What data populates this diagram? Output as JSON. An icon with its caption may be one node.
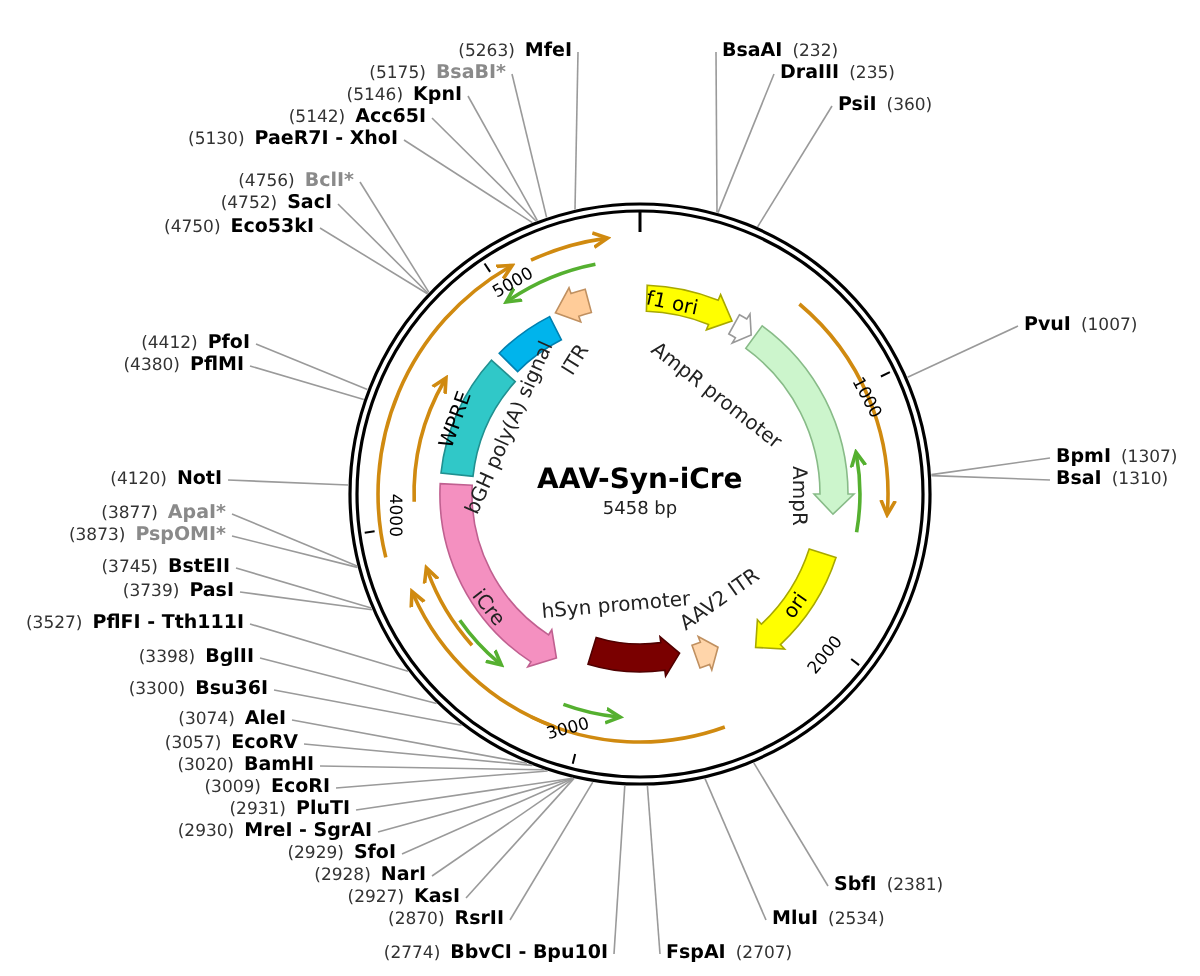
{
  "diagram": {
    "title": "AAV-Syn-iCre",
    "nodes": [
      {
        "text": [
          "BsaAI",
          "(232)"
        ]
      },
      {
        "text": [
          "DraIII",
          "(235)"
        ]
      },
      {
        "text": [
          "PsiI",
          "(360)"
        ]
      },
      {
        "text": [
          "PvuI",
          "(1007)"
        ]
      },
      {
        "text": [
          "BpmI",
          "(1307)"
        ]
      },
      {
        "text": [
          "BsaI",
          "(1310)"
        ]
      },
      {
        "text": [
          "SbfI",
          "(2381)"
        ]
      },
      {
        "text": [
          "MluI",
          "(2534)"
        ]
      },
      {
        "text": [
          "FspAI",
          "(2707)"
        ]
      },
      {
        "text": [
          "(2774)",
          "BbvCI - Bpu10I"
        ]
      },
      {
        "text": [
          "(2870)",
          "RsrII"
        ]
      },
      {
        "text": [
          "(2927)",
          "KasI"
        ]
      },
      {
        "text": [
          "(2928)",
          "NarI"
        ]
      },
      {
        "text": [
          "(2929)",
          "SfoI"
        ]
      },
      {
        "text": [
          "(2930)",
          "MreI - SgrAI"
        ]
      },
      {
        "text": [
          "(2931)",
          "PluTI"
        ]
      },
      {
        "text": [
          "(3009)",
          "EcoRI"
        ]
      },
      {
        "text": [
          "(3020)",
          "BamHI"
        ]
      },
      {
        "text": [
          "(3057)",
          "EcoRV"
        ]
      },
      {
        "text": [
          "(3074)",
          "AleI"
        ]
      },
      {
        "text": [
          "(3300)",
          "Bsu36I"
        ]
      },
      {
        "text": [
          "(3398)",
          "BglII"
        ]
      },
      {
        "text": [
          "(3527)",
          "PflFI - Tth111I"
        ]
      },
      {
        "text": [
          "(3739)",
          "PasI"
        ]
      },
      {
        "text": [
          "(3745)",
          "BstEII"
        ]
      },
      {
        "text": [
          "(3873)",
          "PspOMI*"
        ]
      },
      {
        "text": [
          "(3877)",
          "ApaI*"
        ]
      },
      {
        "text": [
          "(4120)",
          "NotI"
        ]
      },
      {
        "text": [
          "(4380)",
          "PflMI"
        ]
      },
      {
        "text": [
          "(4412)",
          "PfoI"
        ]
      },
      {
        "text": [
          "(4750)",
          "Eco53kI"
        ]
      },
      {
        "text": [
          "(4752)",
          "SacI"
        ]
      },
      {
        "text": [
          "(4756)",
          "BclI*"
        ]
      },
      {
        "text": [
          "(5130)",
          "PaeR7I - XhoI"
        ]
      },
      {
        "text": [
          "(5142)",
          "Acc65I"
        ]
      },
      {
        "text": [
          "(5146)",
          "KpnI"
        ]
      },
      {
        "text": [
          "(5175)",
          "BsaBI*"
        ]
      },
      {
        "text": [
          "(5263)",
          "MfeI"
        ]
      },
      {
        "text": [
          "f1 ori"
        ]
      },
      {
        "text": [
          "AmpR promoter"
        ]
      },
      {
        "text": [
          "AmpR"
        ]
      },
      {
        "text": [
          "ori"
        ]
      },
      {
        "text": [
          "AAV2 ITR"
        ]
      },
      {
        "text": [
          "hSyn promoter"
        ]
      },
      {
        "text": [
          "iCre"
        ]
      },
      {
        "text": [
          "WPRE"
        ]
      },
      {
        "text": [
          "bGH poly(A) signal"
        ]
      },
      {
        "text": [
          "ITR"
        ]
      }
    ],
    "edges": [
      {
        "from": 0,
        "to": null,
        "arrow": "none"
      },
      {
        "from": 1,
        "to": null,
        "arrow": "none"
      },
      {
        "from": 2,
        "to": null,
        "arrow": "none"
      },
      {
        "from": 3,
        "to": null,
        "arrow": "none"
      },
      {
        "from": 4,
        "to": null,
        "arrow": "none"
      },
      {
        "from": 5,
        "to": null,
        "arrow": "none"
      },
      {
        "from": 6,
        "to": null,
        "arrow": "none"
      },
      {
        "from": 7,
        "to": null,
        "arrow": "none"
      },
      {
        "from": 8,
        "to": null,
        "arrow": "none"
      },
      {
        "from": 9,
        "to": null,
        "arrow": "none"
      },
      {
        "from": 10,
        "to": null,
        "arrow": "none"
      },
      {
        "from": 11,
        "to": null,
        "arrow": "none"
      },
      {
        "from": 12,
        "to": null,
        "arrow": "none"
      },
      {
        "from": 13,
        "to": null,
        "arrow": "none"
      },
      {
        "from": 14,
        "to": null,
        "arrow": "none"
      },
      {
        "from": 15,
        "to": null,
        "arrow": "none"
      },
      {
        "from": 16,
        "to": null,
        "arrow": "none"
      },
      {
        "from": 17,
        "to": null,
        "arrow": "none"
      },
      {
        "from": 18,
        "to": null,
        "arrow": "none"
      },
      {
        "from": 19,
        "to": null,
        "arrow": "none"
      },
      {
        "from": 20,
        "to": null,
        "arrow": "none"
      },
      {
        "from": 21,
        "to": null,
        "arrow": "none"
      },
      {
        "from": 22,
        "to": null,
        "arrow": "none"
      },
      {
        "from": 23,
        "to": null,
        "arrow": "none"
      },
      {
        "from": 24,
        "to": null,
        "arrow": "none"
      },
      {
        "from": 25,
        "to": null,
        "arrow": "none"
      },
      {
        "from": 26,
        "to": null,
        "arrow": "none"
      },
      {
        "from": 27,
        "to": null,
        "arrow": "none"
      },
      {
        "from": 28,
        "to": null,
        "arrow": "none"
      },
      {
        "from": 29,
        "to": null,
        "arrow": "none"
      },
      {
        "from": 30,
        "to": null,
        "arrow": "none"
      },
      {
        "from": 31,
        "to": null,
        "arrow": "none"
      },
      {
        "from": 32,
        "to": null,
        "arrow": "none"
      },
      {
        "from": 33,
        "to": null,
        "arrow": "none"
      },
      {
        "from": 34,
        "to": null,
        "arrow": "none"
      },
      {
        "from": 35,
        "to": null,
        "arrow": "none"
      },
      {
        "from": 36,
        "to": null,
        "arrow": "none"
      },
      {
        "from": 37,
        "to": null,
        "arrow": "none"
      }
    ],
    "labels": [
      "5458 bp",
      "1000",
      "2000",
      "3000",
      "4000",
      "5000"
    ]
  }
}
